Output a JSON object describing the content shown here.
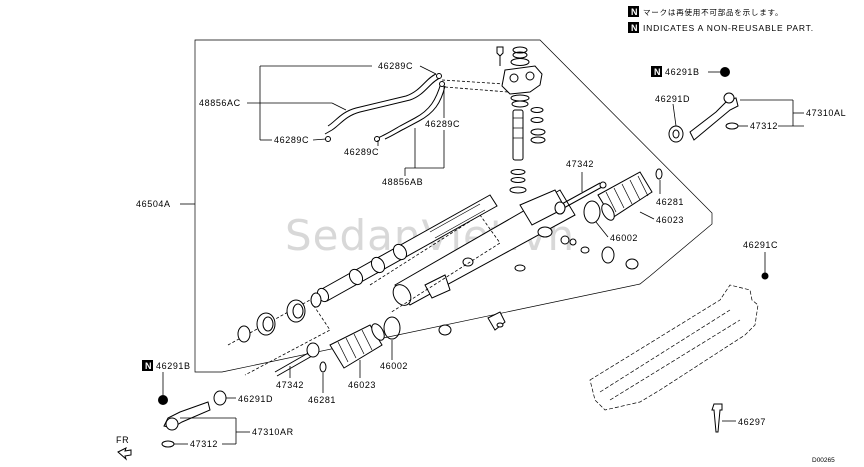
{
  "legend": {
    "line1_badge": "N",
    "line1_text": "マークは再使用不可部品を示します。",
    "line2_badge": "N",
    "line2_text": "INDICATES A NON-REUSABLE PART."
  },
  "watermark": "SedanViet.vn",
  "direction": "FR",
  "figure_code": "D00265",
  "labels": {
    "p46289c_top": "46289C",
    "p48856ac": "48856AC",
    "p46289c_left": "46289C",
    "p46289c_right": "46289C",
    "p46289c_mid": "46289C",
    "p48856ab": "48856AB",
    "p46504a": "46504A",
    "p46291b_top": "46291B",
    "p46291d_top": "46291D",
    "p47310al": "47310AL",
    "p47312_top": "47312",
    "p47342_top": "47342",
    "p46281_top": "46281",
    "p46023_top": "46023",
    "p46002_top": "46002",
    "p46291c": "46291C",
    "p46297": "46297",
    "p46291b_bottom": "46291B",
    "p47342_bottom": "47342",
    "p46291d_bottom": "46291D",
    "p46281_bottom": "46281",
    "p46023_bottom": "46023",
    "p46002_bottom": "46002",
    "p47312_bottom": "47312",
    "p47310ar": "47310AR"
  },
  "badges": {
    "top_right": "N",
    "bottom_left": "N"
  }
}
